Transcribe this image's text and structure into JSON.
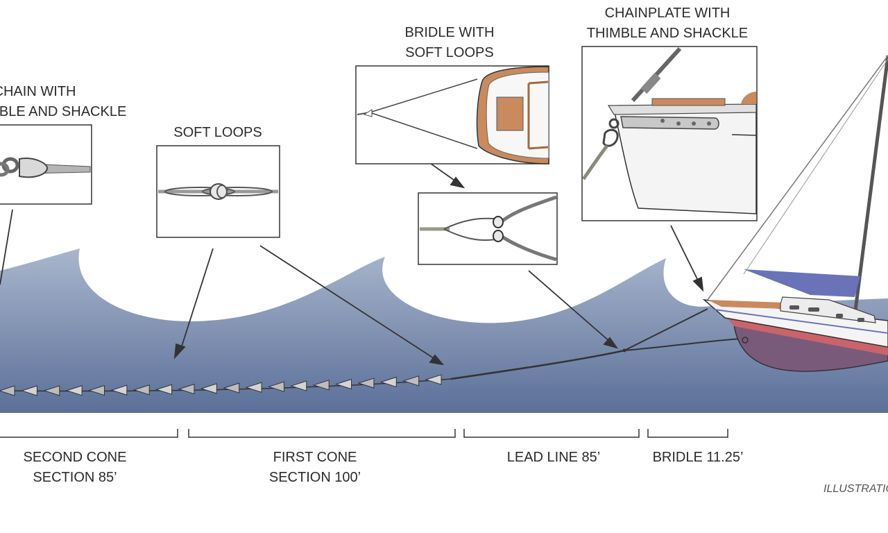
{
  "callouts": {
    "chain": {
      "line1": "CHAIN WITH",
      "line2": "THIMBLE AND SHACKLE"
    },
    "soft_loops": {
      "line1": "SOFT LOOPS"
    },
    "bridle": {
      "line1": "BRIDLE WITH",
      "line2": "SOFT LOOPS"
    },
    "chainplate": {
      "line1": "CHAINPLATE  WITH",
      "line2": "THIMBLE AND SHACKLE"
    }
  },
  "sections": [
    {
      "line1": "SECOND CONE",
      "line2": "SECTION 85’"
    },
    {
      "line1": "FIRST CONE",
      "line2": "SECTION 100’"
    },
    {
      "line1": "LEAD LINE 85’"
    },
    {
      "line1": "BRIDLE 11.25’"
    }
  ],
  "credit": "ILLUSTRATION",
  "colors": {
    "water_top": "#a9b6cc",
    "water_bottom": "#5b6f99",
    "hull_bottom": "#7a5a7a",
    "boot_stripe": "#c9646b",
    "deck_wood": "#c98a5e",
    "dodger": "#6a73b8",
    "line": "#3a3a3a"
  }
}
